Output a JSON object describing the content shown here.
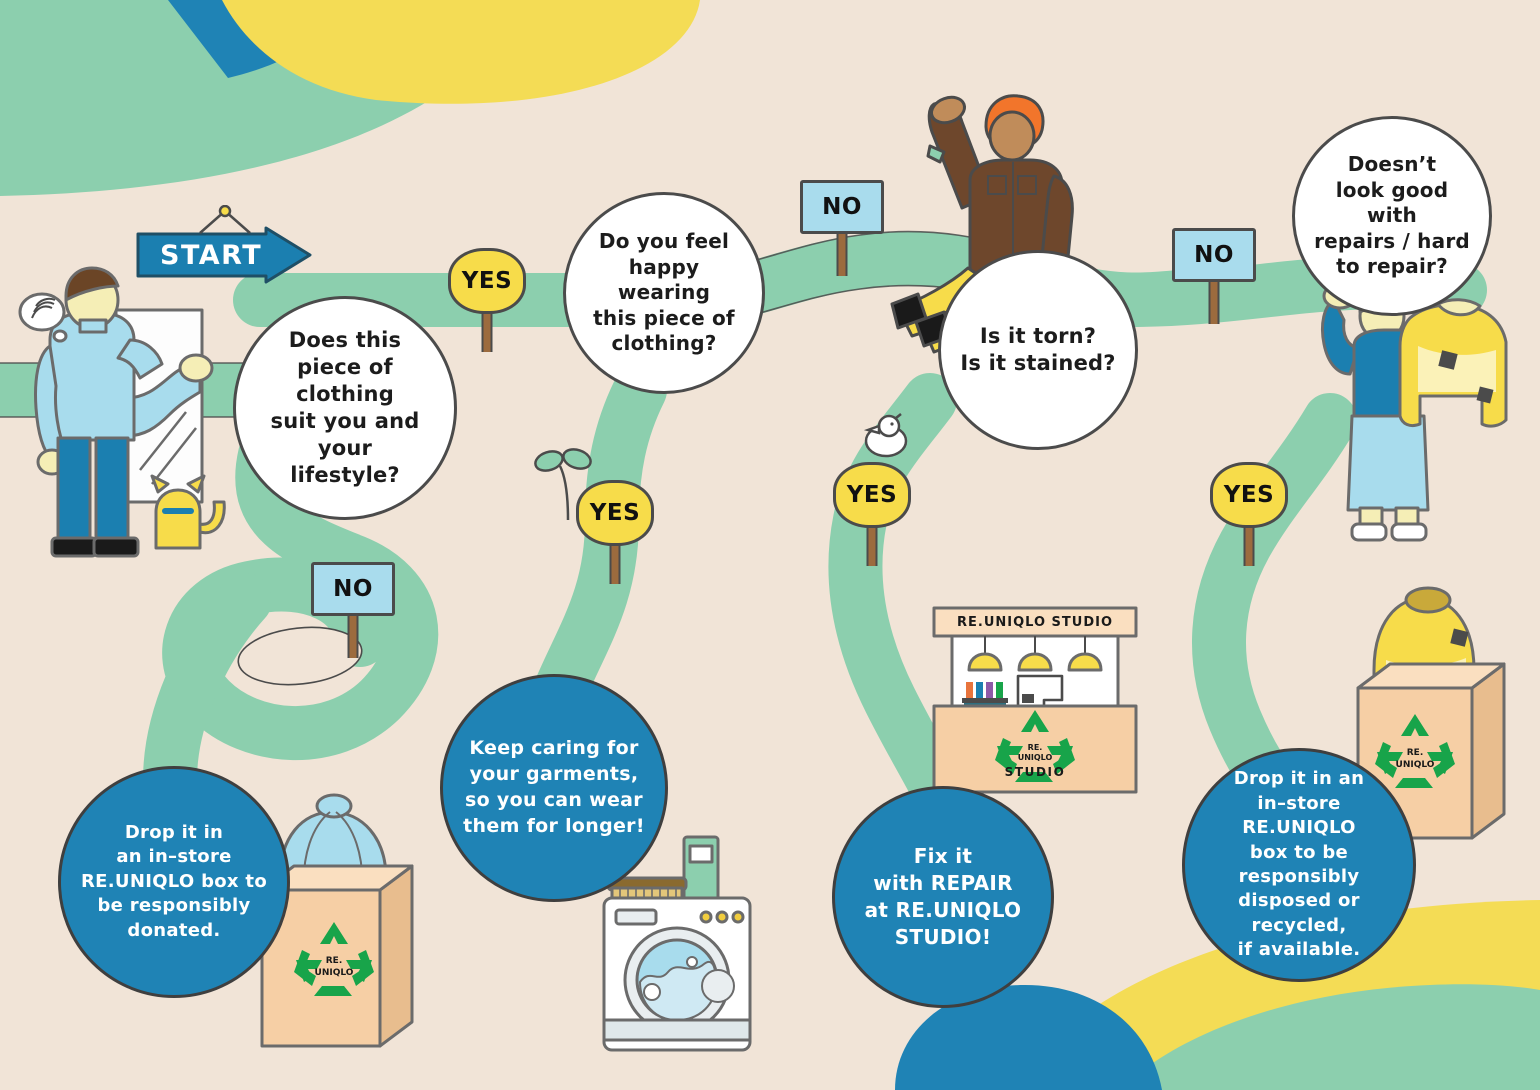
{
  "meta": {
    "title": "RE.UNIQLO clothing decision flowchart"
  },
  "colors": {
    "background": "#f1e4d7",
    "path_green": "#8ccfae",
    "accent_blue": "#1f83b5",
    "accent_yellow": "#f4dc55",
    "sign_yes": "#f7dc4a",
    "sign_no": "#a9dced",
    "outline": "#4b4b4b",
    "recycle_green": "#18a44a",
    "box_tan": "#f6cfa5"
  },
  "start": {
    "label": "START",
    "icon": "arrow-right-sign"
  },
  "questions": [
    {
      "id": "q1",
      "text": "Does this\npiece of clothing\nsuit you and your\nlifestyle?"
    },
    {
      "id": "q2",
      "text": "Do you feel\nhappy wearing\nthis piece of\nclothing?"
    },
    {
      "id": "q3",
      "text": "Is it torn?\nIs it stained?"
    },
    {
      "id": "q4",
      "text": "Doesn’t\nlook good with\nrepairs / hard\nto repair?"
    }
  ],
  "signs": [
    {
      "id": "s1",
      "type": "yes",
      "label": "YES"
    },
    {
      "id": "s2",
      "type": "no",
      "label": "NO"
    },
    {
      "id": "s3",
      "type": "yes",
      "label": "YES"
    },
    {
      "id": "s4",
      "type": "no",
      "label": "NO"
    },
    {
      "id": "s5",
      "type": "yes",
      "label": "YES"
    },
    {
      "id": "s6",
      "type": "no",
      "label": "NO"
    },
    {
      "id": "s7",
      "type": "yes",
      "label": "YES"
    }
  ],
  "outcomes": [
    {
      "id": "o1",
      "text": "Drop it in\nan in–store\nRE.UNIQLO box to\nbe responsibly\ndonated."
    },
    {
      "id": "o2",
      "text": "Keep caring for\nyour garments,\nso you can wear\nthem for longer!"
    },
    {
      "id": "o3",
      "text": "Fix it\nwith REPAIR\nat RE.UNIQLO\nSTUDIO!"
    },
    {
      "id": "o4",
      "text": "Drop it in an\nin–store RE.UNIQLO\nbox to be responsibly\ndisposed or recycled,\nif available."
    }
  ],
  "studio": {
    "sign_label": "RE.UNIQLO STUDIO",
    "counter_label": "STUDIO",
    "logo_line1": "RE.",
    "logo_line2": "UNIQLO"
  },
  "boxes": {
    "donate_logo_line1": "RE.",
    "donate_logo_line2": "UNIQLO",
    "recycle_logo_line1": "RE.",
    "recycle_logo_line2": "UNIQLO"
  },
  "illustrations": [
    {
      "id": "person-mirror",
      "name": "person-at-mirror-with-cat"
    },
    {
      "id": "person-sitting",
      "name": "person-sitting-on-path"
    },
    {
      "id": "person-jacket",
      "name": "person-holding-yellow-jacket"
    },
    {
      "id": "bird",
      "name": "bird-on-sign"
    },
    {
      "id": "sprout",
      "name": "sprout-plant"
    },
    {
      "id": "washing-machine",
      "name": "washing-machine-with-brush"
    },
    {
      "id": "donate-box",
      "name": "cardboard-box-with-clothing"
    },
    {
      "id": "recycle-box",
      "name": "cardboard-box-with-yellow-jacket"
    },
    {
      "id": "studio-booth",
      "name": "re-uniqlo-studio-booth"
    }
  ]
}
